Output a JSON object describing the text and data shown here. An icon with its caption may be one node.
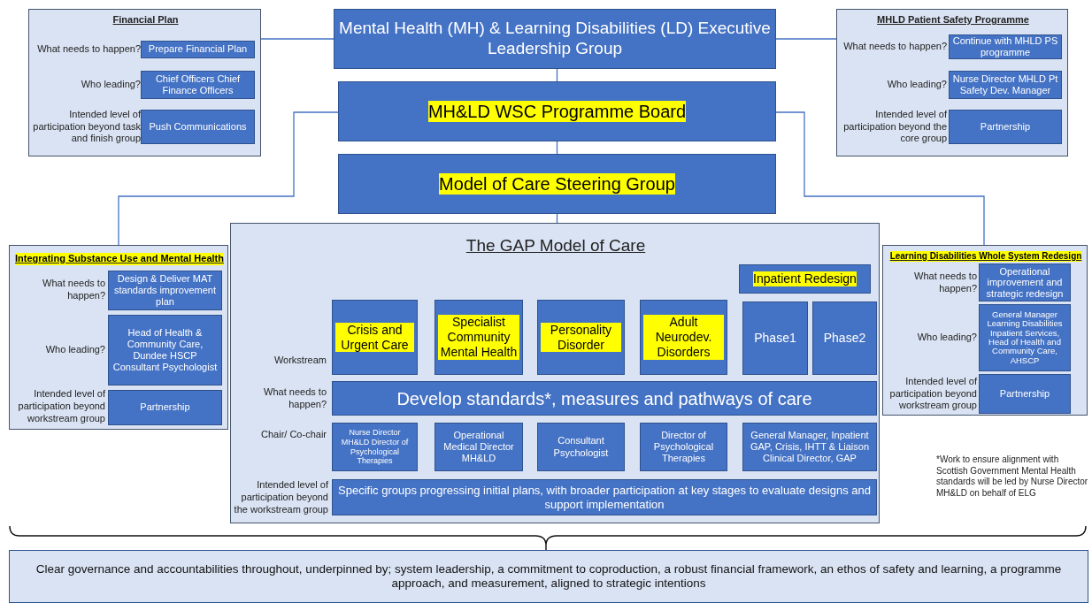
{
  "diagram": {
    "nodes": [
      {
        "text": [
          "Mental Health (MH) & Learning Disabilities (LD) Executive Leadership Group"
        ]
      },
      {
        "text": [
          "MH&LD WSC Programme Board"
        ]
      },
      {
        "text": [
          "Model of Care Steering Group"
        ]
      },
      {
        "text": [
          "Financial Plan",
          "What needs to happen?",
          "Who leading?",
          "Intended level of participation beyond task and finish group"
        ]
      },
      {
        "text": [
          "Prepare Financial Plan"
        ],
        "in": 3
      },
      {
        "text": [
          "Chief Officers Chief Finance Officers"
        ],
        "in": 3
      },
      {
        "text": [
          "Push Communications"
        ],
        "in": 3
      },
      {
        "text": [
          "MHLD Patient Safety Programme",
          "What needs to happen?",
          "Who leading?",
          "Intended level of participation beyond the core group"
        ]
      },
      {
        "text": [
          "Continue with MHLD PS programme"
        ],
        "in": 7
      },
      {
        "text": [
          "Nurse Director MHLD Pt Safety Dev. Manager"
        ],
        "in": 7
      },
      {
        "text": [
          "Partnership"
        ],
        "in": 7
      },
      {
        "text": [
          "Integrating Substance Use and Mental Health",
          "What needs to happen?",
          "Who leading?",
          "Intended level of participation beyond workstream group"
        ]
      },
      {
        "text": [
          "Design & Deliver MAT standards improvement plan"
        ],
        "in": 11
      },
      {
        "text": [
          "Head of Health & Community Care, Dundee HSCP Consultant Psychologist"
        ],
        "in": 11
      },
      {
        "text": [
          "Partnership"
        ],
        "in": 11
      },
      {
        "text": [
          "Learning Disabilities Whole System Redesign",
          "What needs to happen?",
          "Who leading?",
          "Intended level of participation beyond workstream group"
        ]
      },
      {
        "text": [
          "Operational improvement and strategic redesign"
        ],
        "in": 15
      },
      {
        "text": [
          "General Manager Learning Disabilities Inpatient Services, Head of Health and Community Care, AHSCP"
        ],
        "in": 15
      },
      {
        "text": [
          "Partnership"
        ],
        "in": 15
      },
      {
        "text": [
          "The GAP Model of Care",
          "Workstream",
          "What needs to happen?",
          "Chair/ Co-chair",
          "Intended level of participation beyond the workstream group"
        ]
      },
      {
        "text": [
          "Inpatient Redesign"
        ],
        "in": 19
      },
      {
        "text": [
          "Crisis and Urgent Care"
        ],
        "in": 19
      },
      {
        "text": [
          "Specialist Community Mental Health"
        ],
        "in": 19
      },
      {
        "text": [
          "Personality Disorder"
        ],
        "in": 19
      },
      {
        "text": [
          "Adult Neurodev. Disorders"
        ],
        "in": 19
      },
      {
        "text": [
          "Phase1"
        ],
        "in": 19
      },
      {
        "text": [
          "Phase2"
        ],
        "in": 19
      },
      {
        "text": [
          "Develop standards*, measures and pathways of care"
        ],
        "in": 19
      },
      {
        "text": [
          "Nurse Director MH&LD Director of Psychological Therapies"
        ],
        "in": 19
      },
      {
        "text": [
          "Operational Medical Director MH&LD"
        ],
        "in": 19
      },
      {
        "text": [
          "Consultant Psychologist"
        ],
        "in": 19
      },
      {
        "text": [
          "Director of Psychological Therapies"
        ],
        "in": 19
      },
      {
        "text": [
          "General Manager, Inpatient GAP, Crisis, IHTT & Liaison Clinical Director, GAP"
        ],
        "in": 19
      },
      {
        "text": [
          "Specific groups progressing initial plans, with broader participation at key stages to evaluate designs and support implementation"
        ],
        "in": 19
      },
      {
        "text": [
          "Clear governance and accountabilities throughout, underpinned by; system leadership, a commitment to coproduction, a robust financial framework, an ethos of safety and learning, a programme approach, and measurement, aligned to strategic intentions"
        ]
      }
    ],
    "edges": [
      {
        "from": 0,
        "to": 3,
        "arrow": "none"
      },
      {
        "from": 0,
        "to": 7,
        "arrow": "none"
      },
      {
        "from": 0,
        "to": 1,
        "arrow": "none"
      },
      {
        "from": 1,
        "to": 2,
        "arrow": "none"
      },
      {
        "from": 2,
        "to": 19,
        "arrow": "none"
      },
      {
        "from": 1,
        "to": 11,
        "arrow": "none"
      },
      {
        "from": 1,
        "to": 15,
        "arrow": "none"
      }
    ],
    "labels": [
      "*Work to ensure alignment with Scottish Government Mental Health standards will be led by Nurse Director MH&LD on behalf of ELG"
    ]
  }
}
